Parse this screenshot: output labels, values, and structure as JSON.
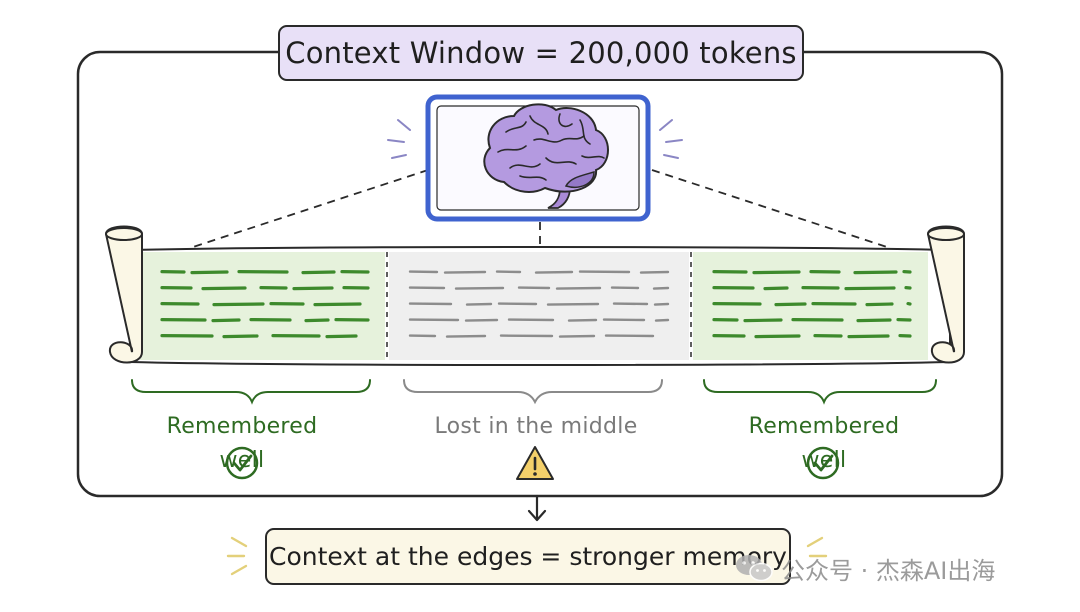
{
  "title": "Context Window = 200,000 tokens",
  "sections": [
    {
      "label": "Remembered well",
      "status": "good",
      "icon": "check-circle-icon"
    },
    {
      "label": "Lost in the middle",
      "status": "lost",
      "icon": "warning-icon"
    },
    {
      "label": "Remembered well",
      "status": "good",
      "icon": "check-circle-icon"
    }
  ],
  "conclusion": "Context at the edges = stronger memory",
  "watermark": "公众号 · 杰森AI出海",
  "colors": {
    "good_green": "#2e6b22",
    "good_fill": "#e6f2dc",
    "middle_fill": "#efefef",
    "monitor_blue": "#3f63cf",
    "brain_purple": "#a98ad6",
    "title_fill": "#e8e0f7",
    "warning_yellow": "#f4d06a",
    "scroll_paper": "#fbf7e6"
  }
}
